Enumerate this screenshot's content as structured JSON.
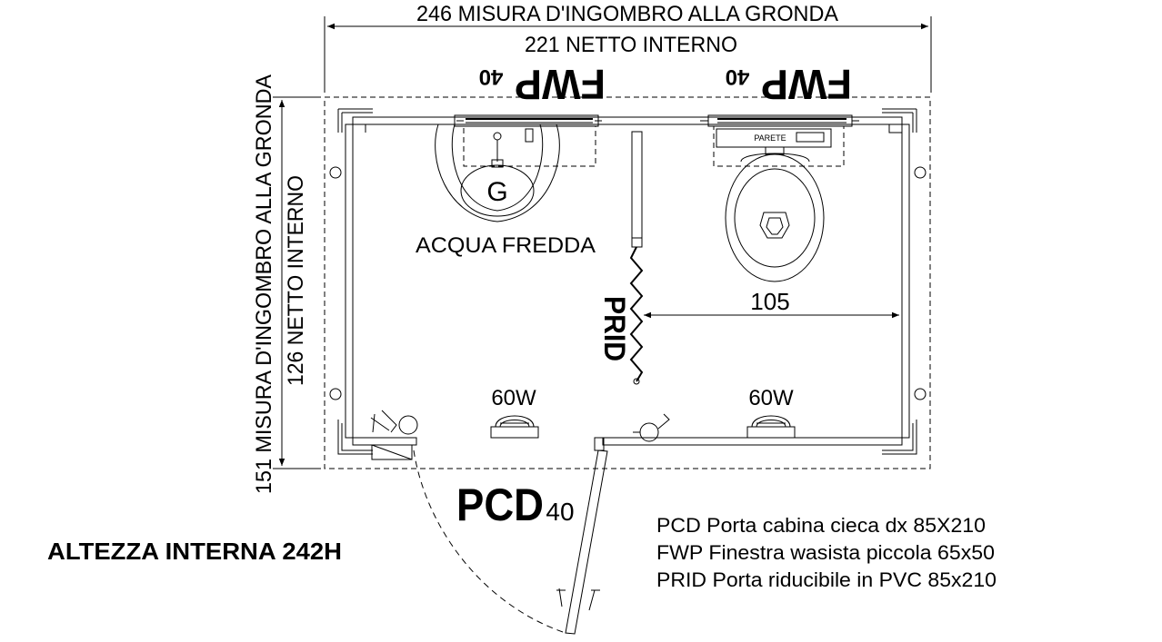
{
  "dimensions": {
    "overall_width": "246 MISURA D'INGOMBRO ALLA GRONDA",
    "internal_width": "221 NETTO INTERNO",
    "overall_depth": "151 MISURA D'INGOMBRO ALLA GRONDA",
    "internal_depth": "126 NETTO INTERNO",
    "wc_clearance": "105"
  },
  "windows": {
    "left_code": "FWP",
    "left_sub": "40",
    "right_code": "FWP",
    "right_sub": "40"
  },
  "fixtures": {
    "sink_label": "G",
    "sink_caption": "ACQUA FREDDA",
    "wall_tag": "PARETE",
    "lamp_left": "60W",
    "lamp_right": "60W"
  },
  "doors": {
    "partition_code": "PRID",
    "entry_code": "PCD",
    "entry_sub": "40"
  },
  "internal_height": "ALTEZZA INTERNA 242H",
  "legend": [
    "PCD Porta cabina cieca dx 85X210",
    "FWP Finestra wasista piccola 65x50",
    "PRID Porta riducibile in PVC 85x210"
  ]
}
